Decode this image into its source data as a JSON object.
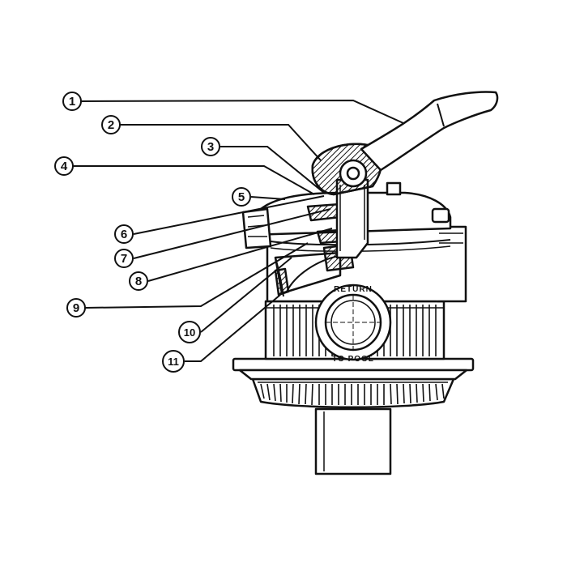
{
  "diagram": {
    "callouts": [
      {
        "id": "1",
        "label": "1"
      },
      {
        "id": "2",
        "label": "2"
      },
      {
        "id": "3",
        "label": "3"
      },
      {
        "id": "4",
        "label": "4"
      },
      {
        "id": "5",
        "label": "5"
      },
      {
        "id": "6",
        "label": "6"
      },
      {
        "id": "7",
        "label": "7"
      },
      {
        "id": "8",
        "label": "8"
      },
      {
        "id": "9",
        "label": "9"
      },
      {
        "id": "10",
        "label": "10"
      },
      {
        "id": "11",
        "label": "11"
      }
    ],
    "port_label_top": "RETURN",
    "port_label_bottom": "TO POOL"
  },
  "colors": {
    "ink": "#111111",
    "background": "#ffffff"
  }
}
